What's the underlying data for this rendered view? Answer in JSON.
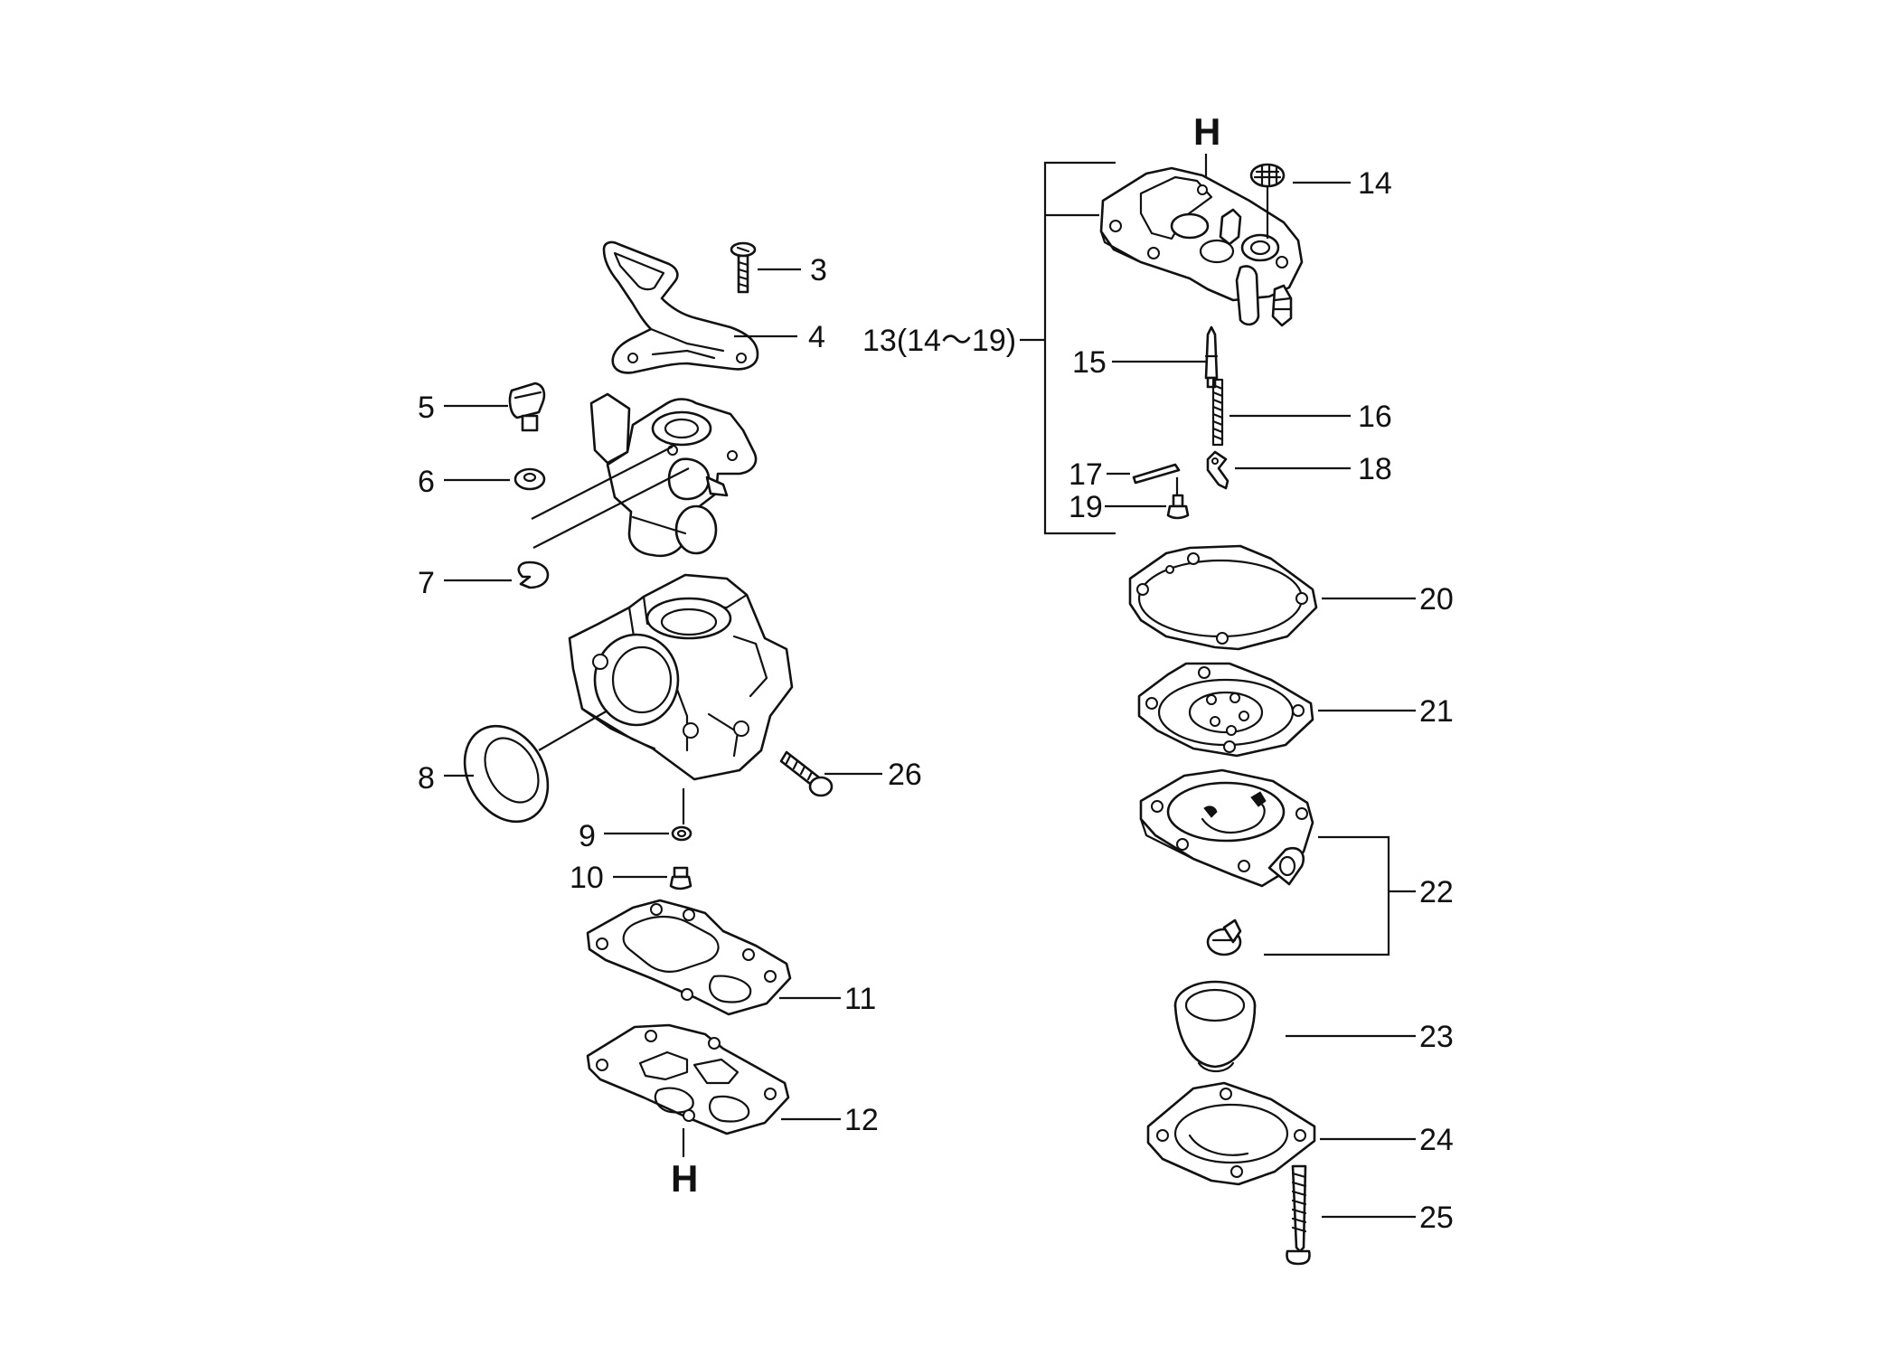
{
  "diagram": {
    "marker_h_top": "H",
    "marker_h_bottom": "H",
    "labels": {
      "p3": "3",
      "p4": "4",
      "p5": "5",
      "p6": "6",
      "p7": "7",
      "p8": "8",
      "p9": "9",
      "p10": "10",
      "p11": "11",
      "p12": "12",
      "p13": "13(14～19)",
      "p14": "14",
      "p15": "15",
      "p16": "16",
      "p17": "17",
      "p18": "18",
      "p19": "19",
      "p20": "20",
      "p21": "21",
      "p22": "22",
      "p23": "23",
      "p24": "24",
      "p25": "25",
      "p26": "26"
    }
  }
}
